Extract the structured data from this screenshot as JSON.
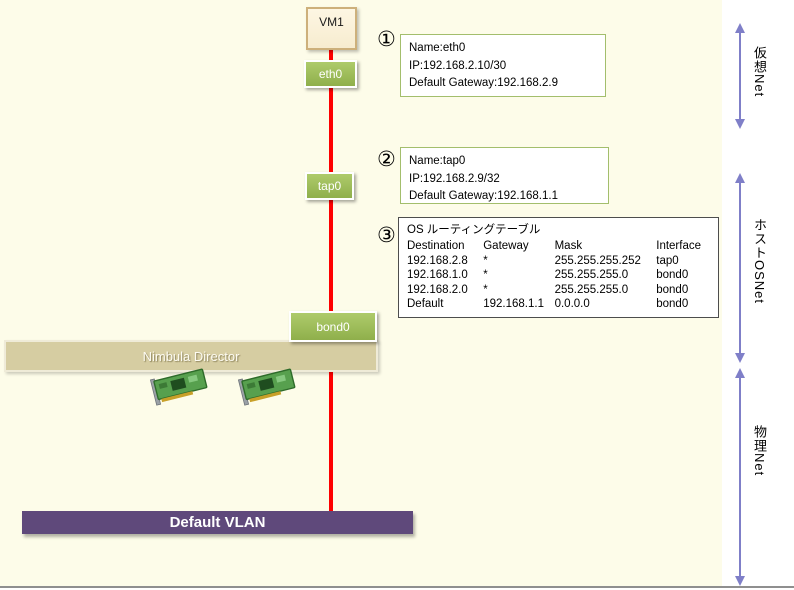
{
  "nodes": {
    "vm1": "VM1",
    "eth0": "eth0",
    "tap0": "tap0",
    "bond0": "bond0",
    "nimbula": "Nimbula Director",
    "vlan": "Default VLAN"
  },
  "annotations": {
    "a1": {
      "marker": "①",
      "lines": [
        "Name:eth0",
        "IP:192.168.2.10/30",
        "Default Gateway:192.168.2.9"
      ]
    },
    "a2": {
      "marker": "②",
      "lines": [
        "Name:tap0",
        "IP:192.168.2.9/32",
        "Default Gateway:192.168.1.1"
      ]
    },
    "a3": {
      "marker": "③",
      "title": "OS ルーティングテーブル",
      "headers": [
        "Destination",
        "Gateway",
        "Mask",
        "Interface"
      ],
      "rows": [
        [
          "192.168.2.8",
          "*",
          "255.255.255.252",
          "tap0"
        ],
        [
          "192.168.1.0",
          "*",
          "255.255.255.0",
          "bond0"
        ],
        [
          "192.168.2.0",
          "*",
          "255.255.255.0",
          "bond0"
        ],
        [
          "Default",
          "192.168.1.1",
          "0.0.0.0",
          "bond0"
        ]
      ]
    }
  },
  "zones": {
    "virtual": "仮想Net",
    "hostos": "ホストOSNet",
    "physical": "物理Net"
  },
  "colors": {
    "background": "#FDFCE9",
    "node_green": "#9BBB59",
    "bar_tan": "#D6CDA2",
    "bar_purple": "#5F497B",
    "line_red": "#FE0000",
    "arrow_blue": "#7F7FC8",
    "annotation_green_border": "#A3BE6C"
  }
}
